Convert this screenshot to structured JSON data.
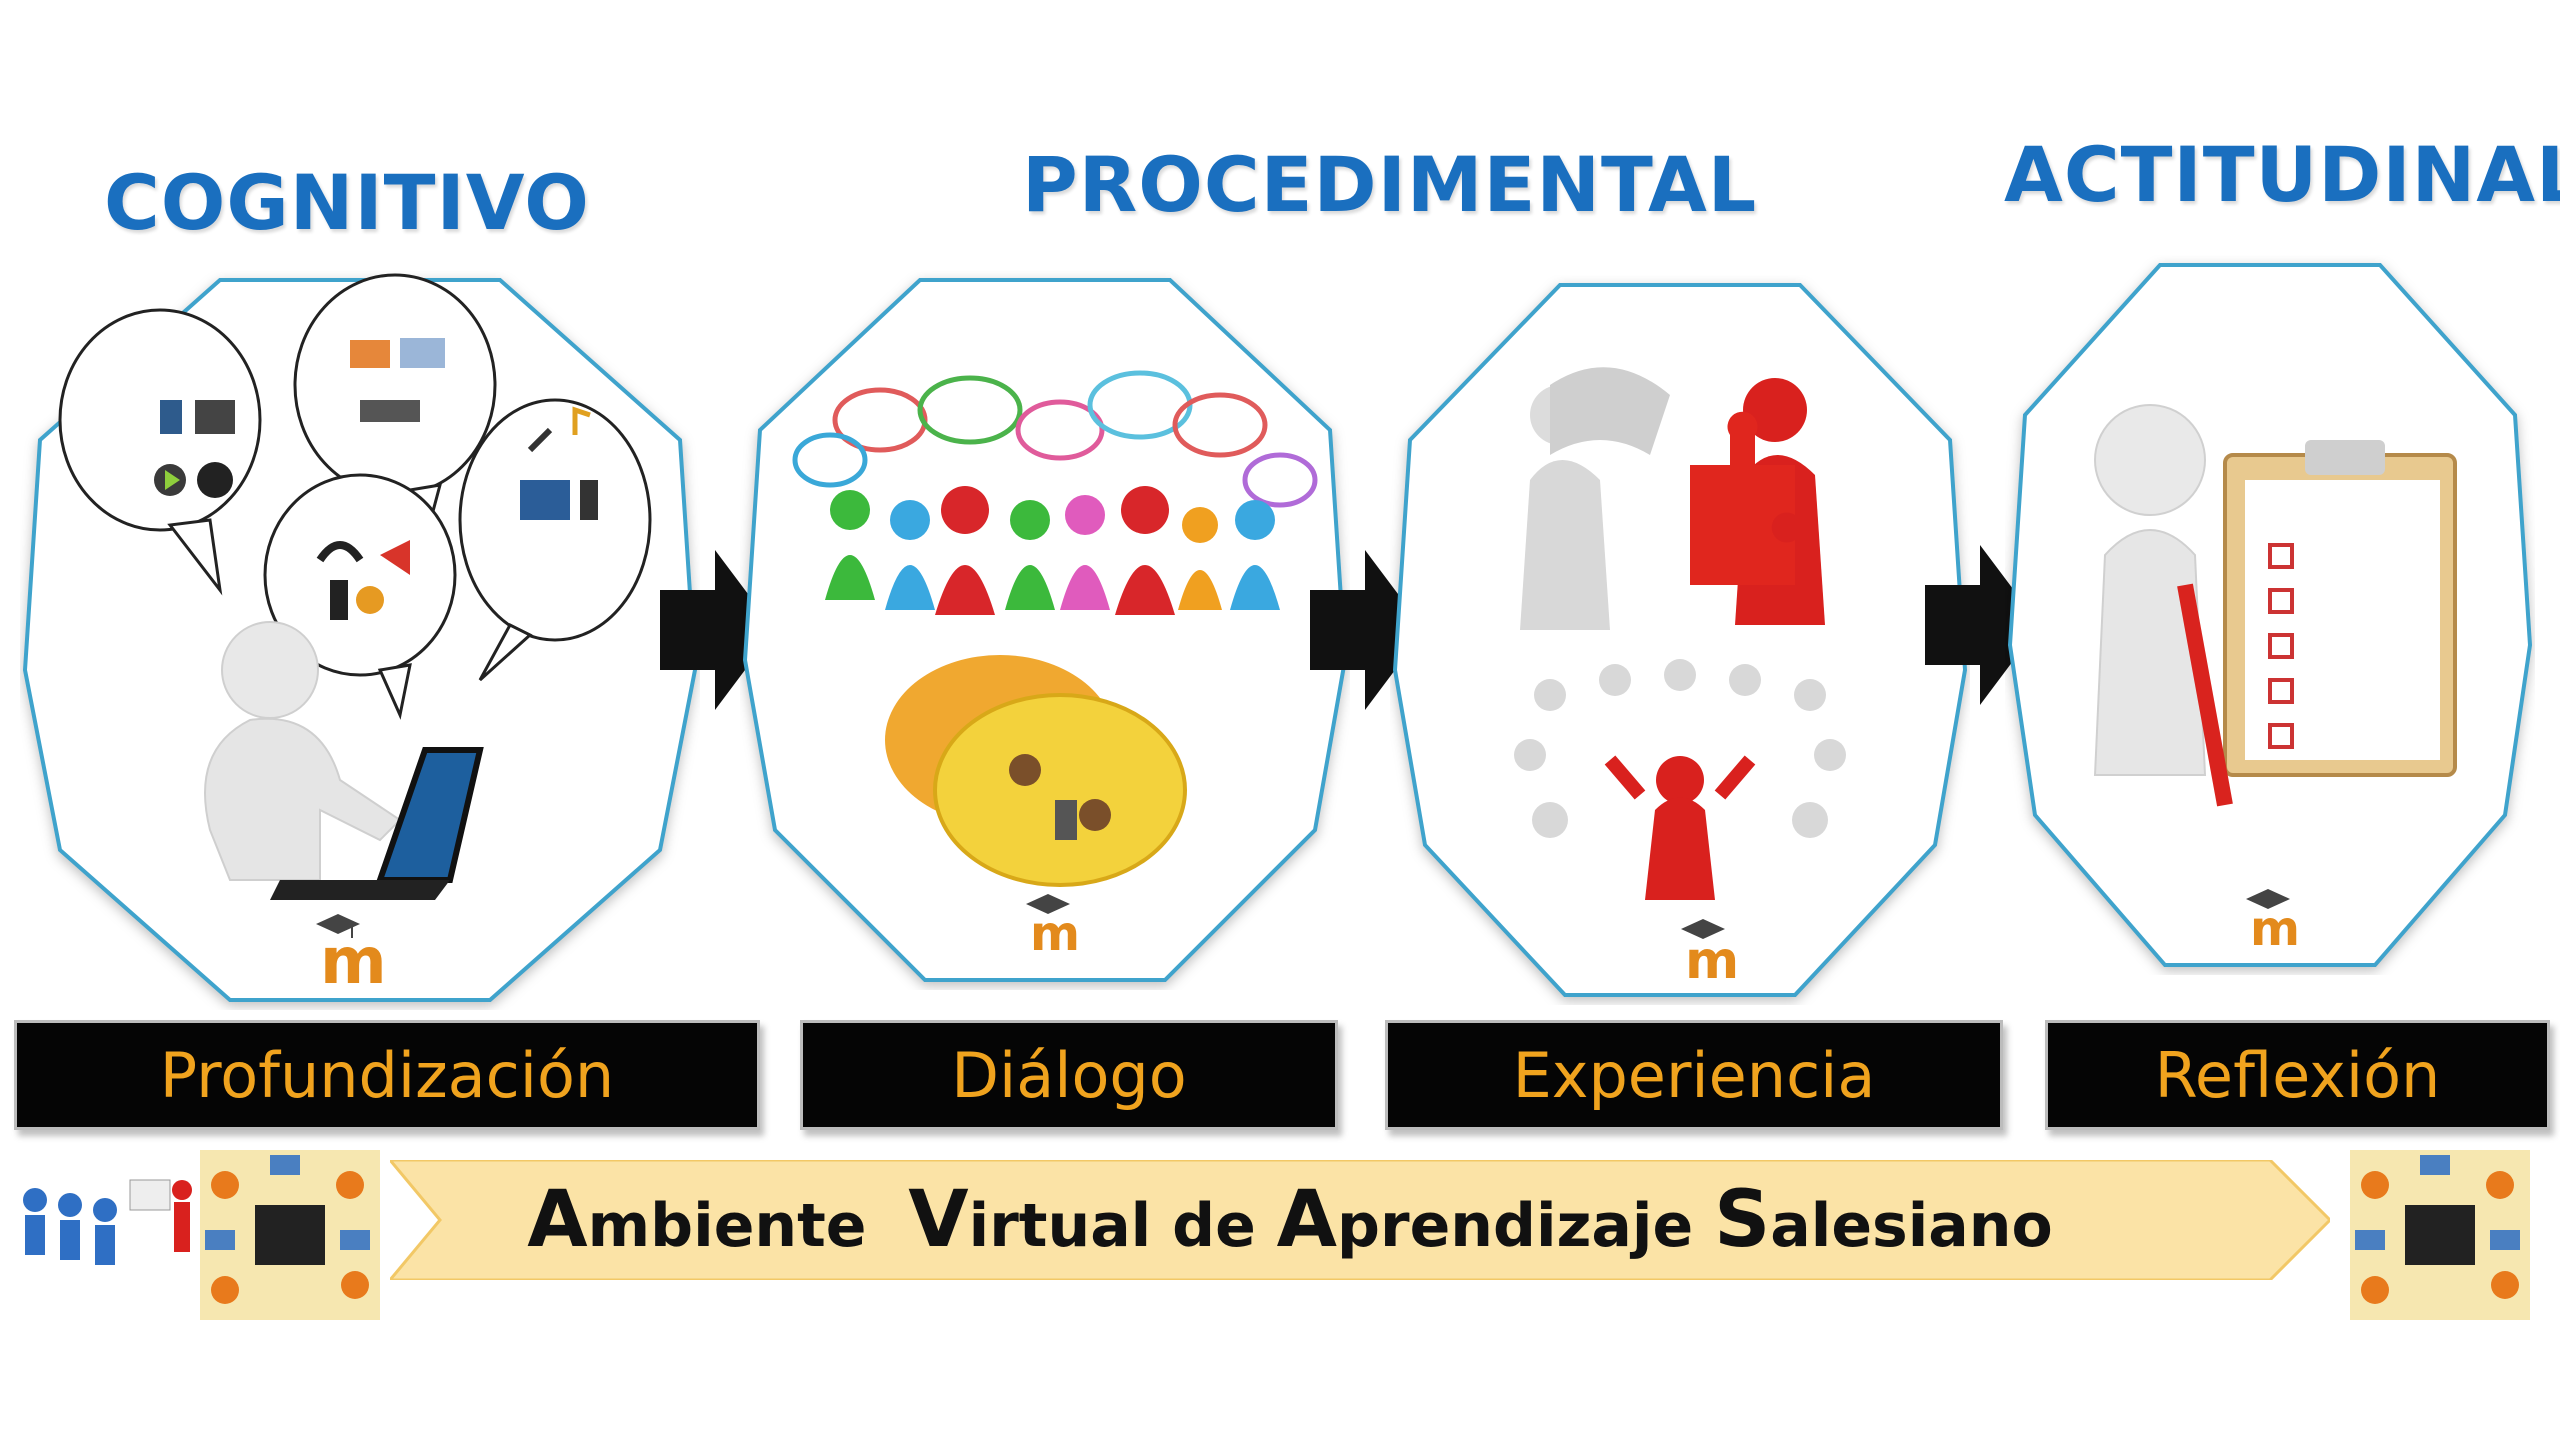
{
  "headings": {
    "cognitivo": "COGNITIVO",
    "procedimental": "PROCEDIMENTAL",
    "actitudinal": "ACTITUDINAL"
  },
  "stages": [
    {
      "label": "Profundización",
      "icon": "student-laptop-media-bubbles",
      "badge": "m"
    },
    {
      "label": "Diálogo",
      "icon": "people-speech-bubbles-chat",
      "badge": "m"
    },
    {
      "label": "Experiencia",
      "icon": "puzzle-teamwork",
      "badge": "m"
    },
    {
      "label": "Reflexión",
      "icon": "person-checklist-clipboard",
      "badge": "m"
    }
  ],
  "banner": {
    "words": [
      {
        "cap": "A",
        "rest": "mbiente"
      },
      {
        "cap": "V",
        "rest": "irtual de"
      },
      {
        "cap": "A",
        "rest": "prendizaje"
      },
      {
        "cap": "S",
        "rest": "alesiano"
      }
    ]
  },
  "colors": {
    "heading": "#1a6fbf",
    "label_text": "#f0a31e",
    "label_bg": "#050505",
    "frame_stroke": "#3fa3cc",
    "banner_fill": "#fbe3a6"
  }
}
